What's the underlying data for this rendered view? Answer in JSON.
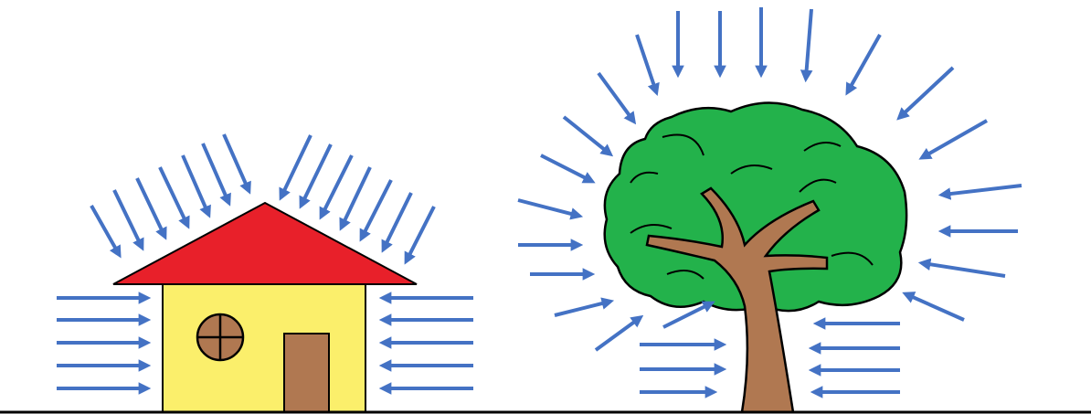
{
  "colors": {
    "arrow": "#4472c4",
    "outline": "#000000",
    "ground": "#000000",
    "roof": "#e8202a",
    "wall": "#fbef6b",
    "door": "#b07851",
    "window": "#b07851",
    "trunk": "#b07851",
    "foliage": "#23b24b",
    "background": "#ffffff"
  },
  "scene": {
    "objects": [
      "house",
      "tree"
    ],
    "ground_line": true,
    "arrow_groups": [
      "house-roof-arrows",
      "house-left-arrows",
      "house-right-arrows",
      "tree-canopy-arrows",
      "tree-trunk-left-arrows",
      "tree-trunk-right-arrows"
    ]
  },
  "icons": {
    "house": "house-icon",
    "window": "round-window-icon",
    "door": "door-icon",
    "tree": "tree-icon",
    "arrow": "arrow-icon"
  }
}
